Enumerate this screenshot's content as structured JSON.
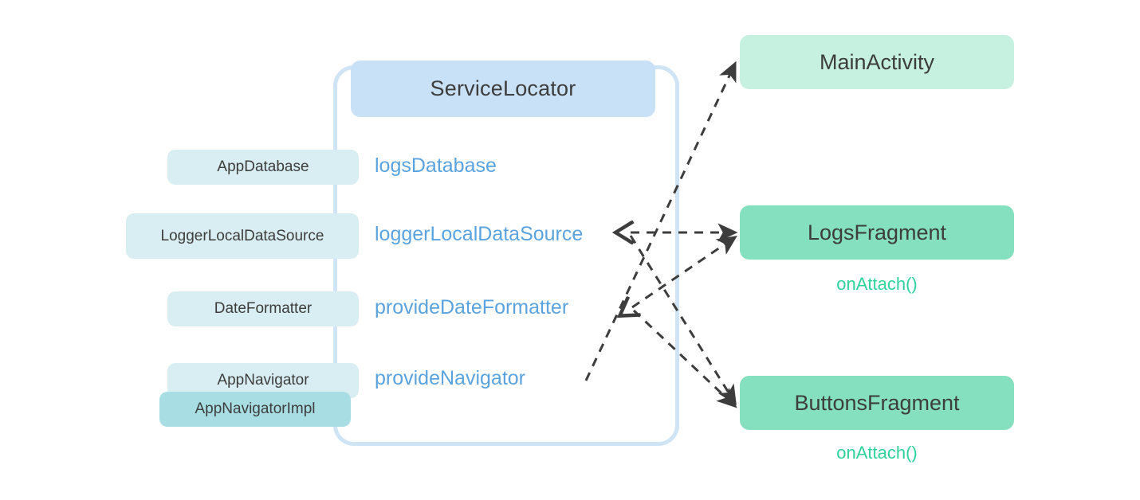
{
  "diagram": {
    "title": "ServiceLocator dependency diagram",
    "background": "#ffffff"
  },
  "colors": {
    "container_border": "#cfe4f5",
    "title_chip": "#c9e1f7",
    "class_chip": "#d9eef2",
    "class_chip_impl": "#a9dde4",
    "provider_text": "#5ba3de",
    "consumer_light": "#c6f0df",
    "consumer_strong": "#84e0bf",
    "method_text": "#2fd39a",
    "arrow": "#3d3d3d",
    "body_text": "#3d3d3d"
  },
  "locator": {
    "title": "ServiceLocator"
  },
  "classes": [
    {
      "label": "AppDatabase",
      "variant": "plain"
    },
    {
      "label": "LoggerLocalDataSource",
      "variant": "plain"
    },
    {
      "label": "DateFormatter",
      "variant": "plain"
    },
    {
      "label": "AppNavigator",
      "variant": "plain"
    },
    {
      "label": "AppNavigatorImpl",
      "variant": "impl"
    }
  ],
  "providers": [
    {
      "label": "logsDatabase"
    },
    {
      "label": "loggerLocalDataSource"
    },
    {
      "label": "provideDateFormatter"
    },
    {
      "label": "provideNavigator"
    }
  ],
  "consumers": [
    {
      "name": "MainActivity",
      "variant": "light",
      "method": ""
    },
    {
      "name": "LogsFragment",
      "variant": "strong",
      "method": "onAttach()"
    },
    {
      "name": "ButtonsFragment",
      "variant": "strong",
      "method": "onAttach()"
    }
  ],
  "connections": [
    {
      "from": "provideNavigator",
      "to": "MainActivity",
      "style": "dashed",
      "arrowhead": "end"
    },
    {
      "from": "loggerLocalDataSource",
      "to": "LogsFragment",
      "style": "dashed",
      "arrowhead": "end"
    },
    {
      "from": "provideDateFormatter",
      "to": "LogsFragment",
      "style": "dashed",
      "arrowhead": "end"
    },
    {
      "from": "loggerLocalDataSource",
      "to": "ButtonsFragment",
      "style": "dashed",
      "arrowhead": "end"
    },
    {
      "from": "provideDateFormatter",
      "to": "ButtonsFragment",
      "style": "dashed",
      "arrowhead": "end"
    }
  ]
}
